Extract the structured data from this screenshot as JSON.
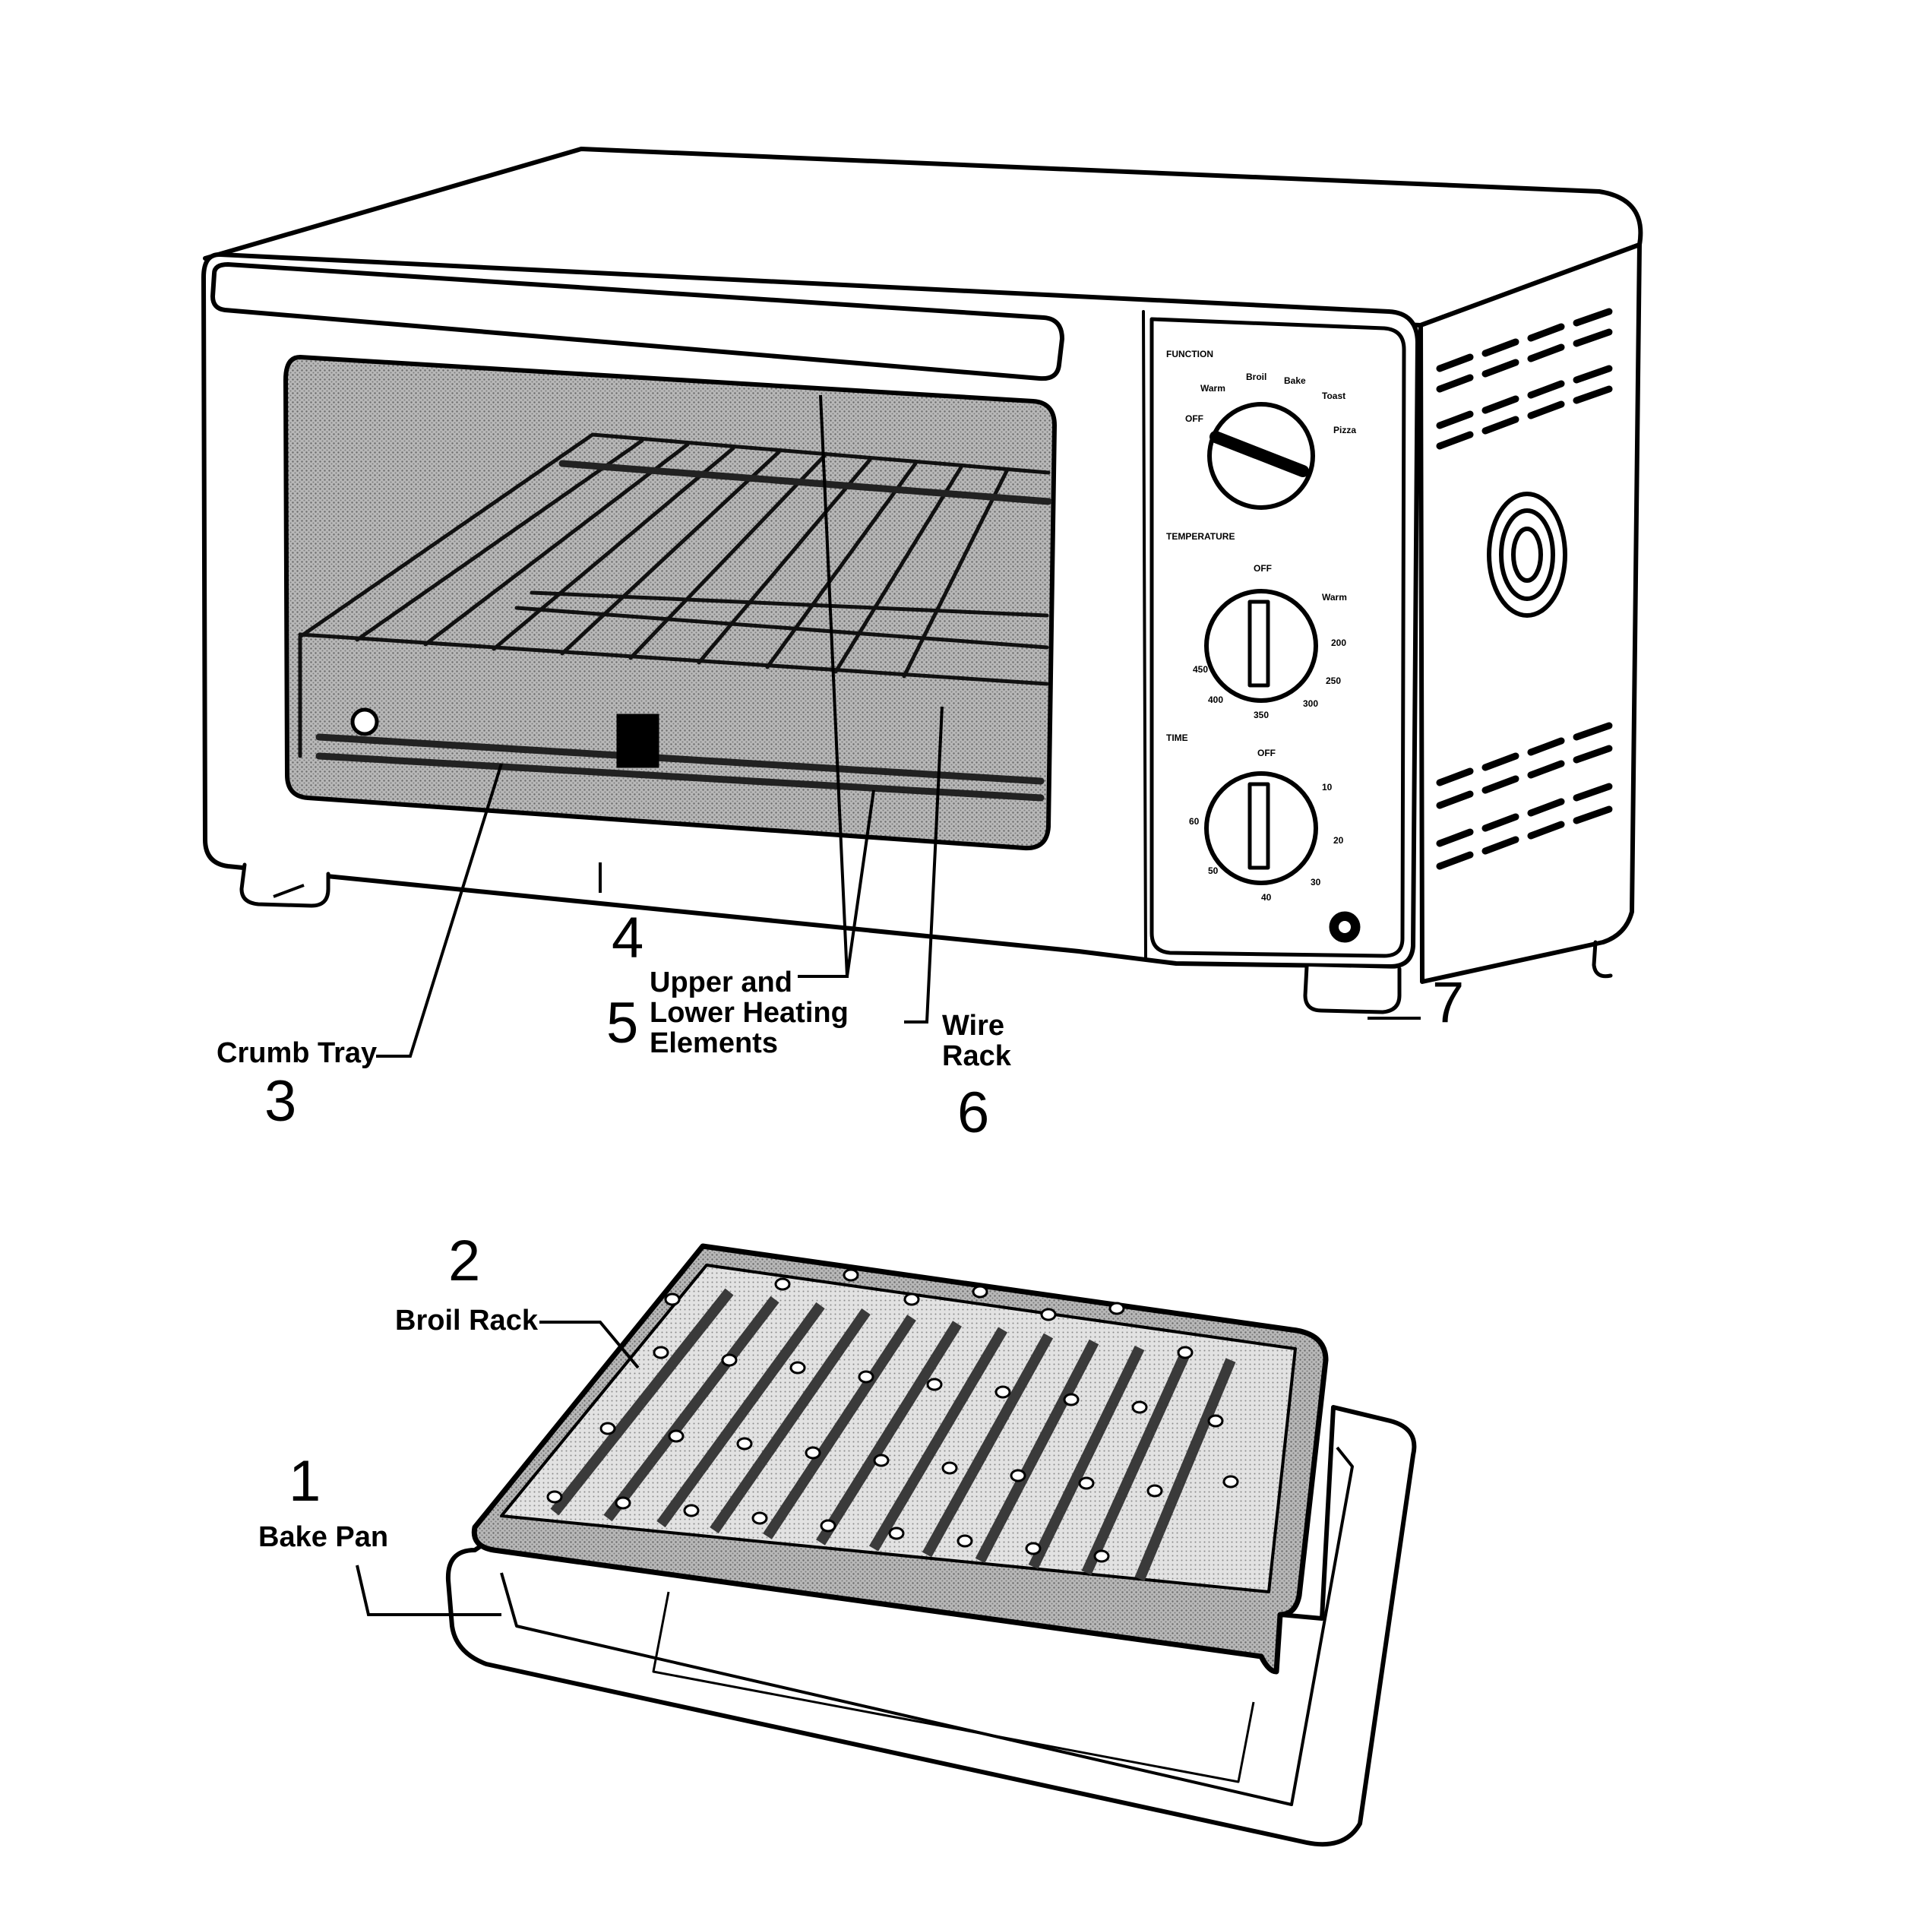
{
  "callouts": {
    "bake_pan": {
      "number": "1",
      "label": "Bake Pan"
    },
    "broil_rack": {
      "number": "2",
      "label": "Broil Rack"
    },
    "crumb_tray": {
      "number": "3",
      "label": "Crumb Tray"
    },
    "door_number": "4",
    "heating_elements": {
      "number": "5",
      "line1": "Upper and",
      "line2": "Lower Heating",
      "line3": "Elements"
    },
    "wire_rack": {
      "number": "6",
      "line1": "Wire",
      "line2": "Rack"
    },
    "feet_number": "7"
  },
  "control_panel": {
    "function_label": "FUNCTION",
    "function_options": [
      "OFF",
      "Warm",
      "Broil",
      "Bake",
      "Toast",
      "Pizza"
    ],
    "temperature_label": "TEMPERATURE",
    "temperature_marks": [
      "OFF",
      "Warm",
      "200",
      "250",
      "300",
      "350",
      "400",
      "450"
    ],
    "time_label": "TIME",
    "time_marks": [
      "OFF",
      "10",
      "20",
      "30",
      "40",
      "50",
      "60"
    ]
  },
  "colors": {
    "ink": "#000000",
    "screen_tone": "#9a9a9a",
    "paper": "#ffffff"
  }
}
